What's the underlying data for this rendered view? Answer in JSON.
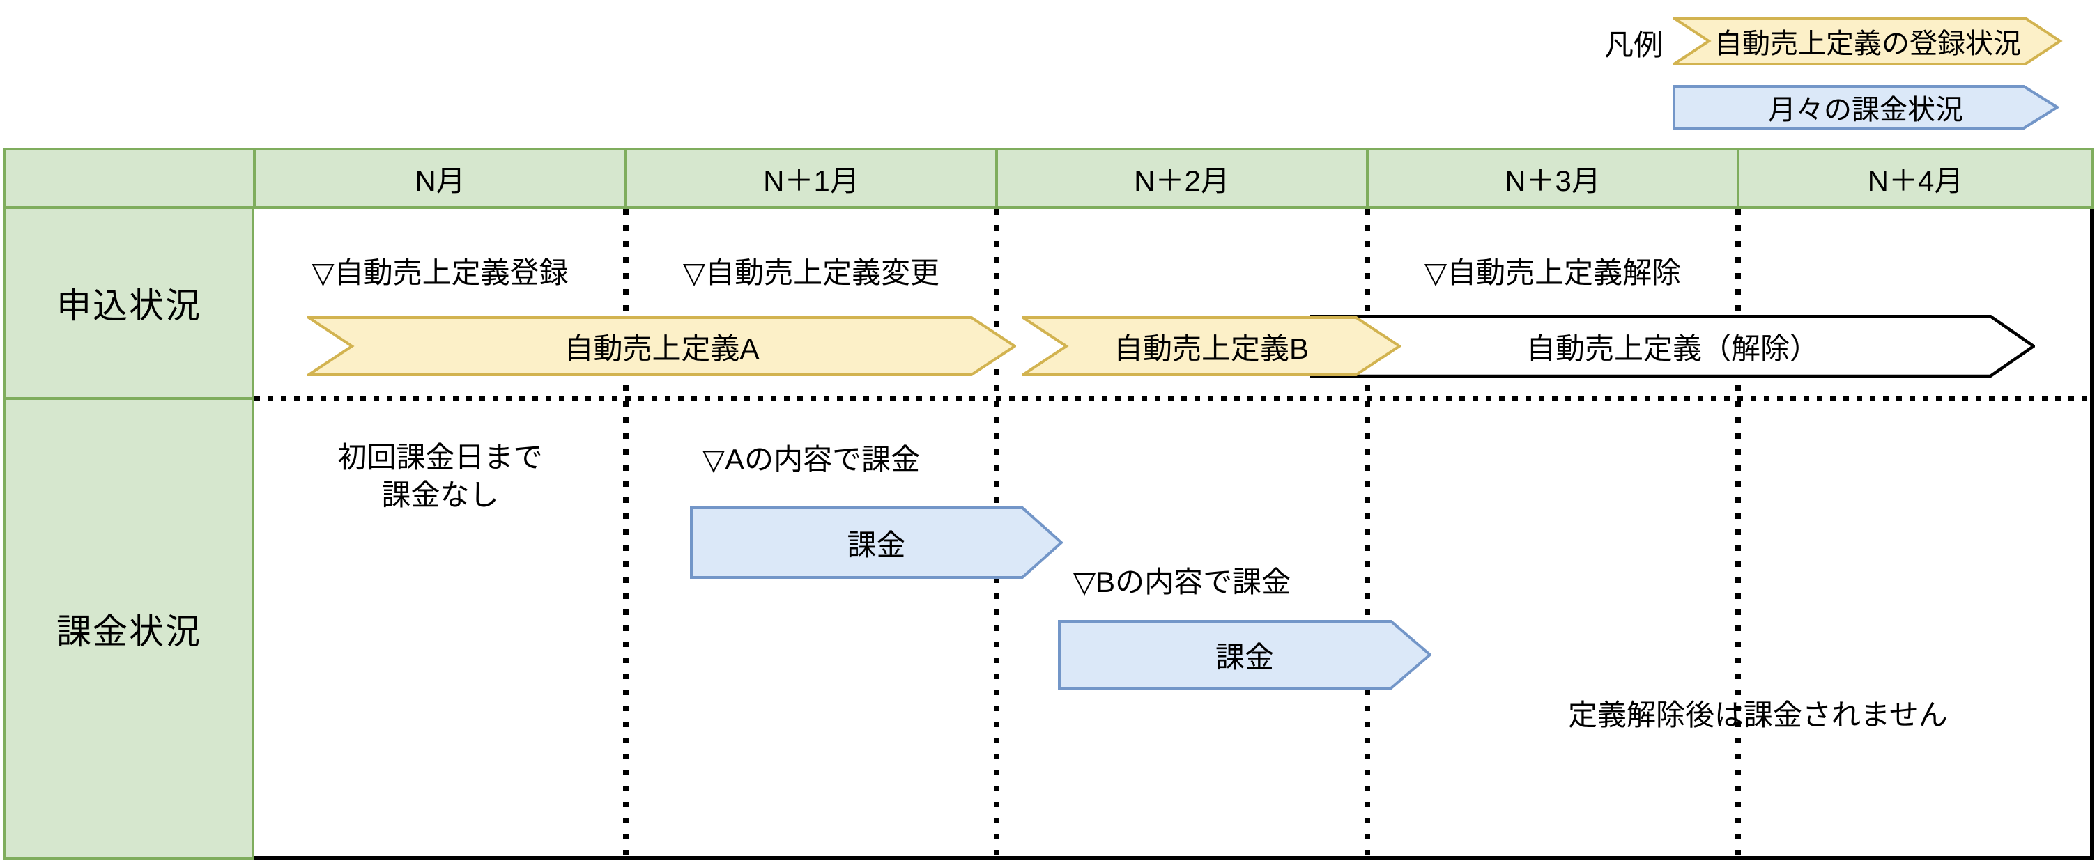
{
  "colors": {
    "table_header_fill": "#D6E7CE",
    "table_border_green": "#7FAD5D",
    "definition_bar_fill": "#FCF0C8",
    "definition_bar_border": "#D2B350",
    "billing_bar_fill": "#DBE8F8",
    "billing_bar_border": "#7396C8",
    "cancelled_bar_fill": "#FFFFFF",
    "cancelled_bar_border": "#000000"
  },
  "legend": {
    "title": "凡例",
    "items": [
      {
        "name": "registration-status",
        "label": "自動売上定義の登録状況",
        "fill": "#FCF0C8",
        "border": "#D2B350"
      },
      {
        "name": "monthly-billing",
        "label": "月々の課金状況",
        "fill": "#DBE8F8",
        "border": "#7396C8"
      }
    ]
  },
  "table": {
    "columns": [
      "N月",
      "N＋1月",
      "N＋2月",
      "N＋3月",
      "N＋4月"
    ],
    "row_labels": [
      "申込状況",
      "課金状況"
    ]
  },
  "application_row": {
    "milestones": [
      {
        "label": "▽自動売上定義登録"
      },
      {
        "label": "▽自動売上定義変更"
      },
      {
        "label": "▽自動売上定義解除"
      }
    ],
    "bars": [
      {
        "label": "自動売上定義A",
        "style": "yellow"
      },
      {
        "label": "自動売上定義B",
        "style": "yellow"
      },
      {
        "label": "自動売上定義（解除）",
        "style": "white-outline"
      }
    ]
  },
  "billing_row": {
    "note_first_month": {
      "line1": "初回課金日まで",
      "line2": "課金なし"
    },
    "milestones": [
      {
        "label": "▽Aの内容で課金"
      },
      {
        "label": "▽Bの内容で課金"
      }
    ],
    "bars": [
      {
        "label": "課金",
        "style": "blue"
      },
      {
        "label": "課金",
        "style": "blue"
      }
    ],
    "note_after_cancel": "定義解除後は課金されません"
  }
}
